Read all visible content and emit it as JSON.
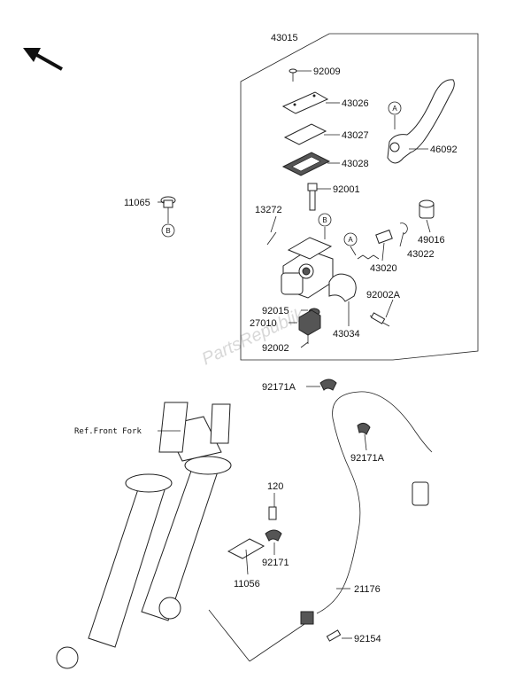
{
  "watermark": "PartsRepublik",
  "reference_label": "Ref.Front Fork",
  "callout_letters": {
    "a": "A",
    "b": "B"
  },
  "parts": {
    "p43015": "43015",
    "p92009": "92009",
    "p43026": "43026",
    "p43027": "43027",
    "p43028": "43028",
    "p46092": "46092",
    "p92001": "92001",
    "p11065": "11065",
    "p13272": "13272",
    "p49016": "49016",
    "p43022": "43022",
    "p43020": "43020",
    "p92015": "92015",
    "p92002A": "92002A",
    "p27010": "27010",
    "p43034": "43034",
    "p92002": "92002",
    "p92171A_top": "92171A",
    "p92171A_mid": "92171A",
    "p120": "120",
    "p92171": "92171",
    "p11056": "11056",
    "p21176": "21176",
    "p92154": "92154"
  }
}
